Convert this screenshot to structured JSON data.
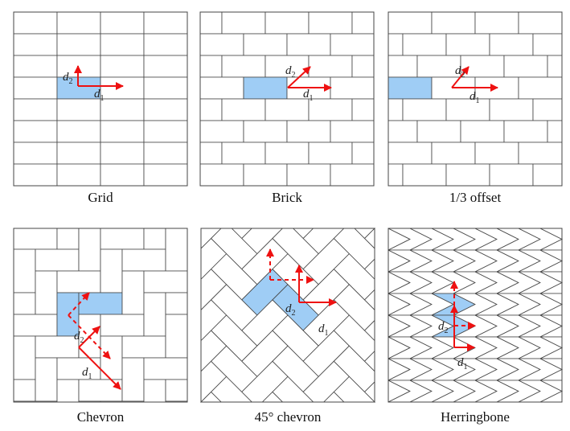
{
  "panels": [
    {
      "caption": "Grid",
      "d1": "d",
      "d1_sub": "1",
      "d2": "d",
      "d2_sub": "2"
    },
    {
      "caption": "Brick",
      "d1": "d",
      "d1_sub": "1",
      "d2": "d",
      "d2_sub": "2"
    },
    {
      "caption": "1/3 offset",
      "d1": "d",
      "d1_sub": "1",
      "d2": "d",
      "d2_sub": "2"
    },
    {
      "caption": "Chevron",
      "d1": "d",
      "d1_sub": "1",
      "d2": "d",
      "d2_sub": "2"
    },
    {
      "caption": "45° chevron",
      "d1": "d",
      "d1_sub": "1",
      "d2": "d",
      "d2_sub": "2"
    },
    {
      "caption": "Herringbone",
      "d1": "d",
      "d1_sub": "1",
      "d2": "d",
      "d2_sub": "2"
    }
  ],
  "colors": {
    "tile_fill": "#9fcdf5",
    "arrow": "#ee1111",
    "line": "#444444"
  }
}
